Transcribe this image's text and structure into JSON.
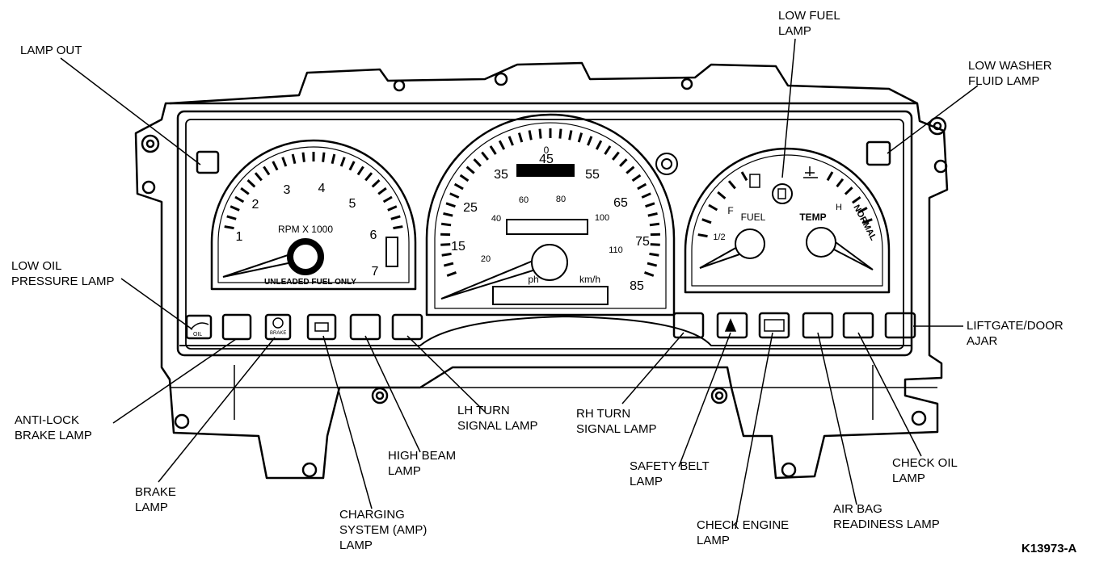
{
  "figure_id": "K13973-A",
  "callouts": {
    "lamp_out": "LAMP OUT",
    "low_fuel_lamp": "LOW FUEL\nLAMP",
    "low_washer_fluid_lamp": "LOW WASHER\nFLUID LAMP",
    "low_oil_pressure_lamp": "LOW OIL\nPRESSURE LAMP",
    "liftgate_door_ajar": "LIFTGATE/DOOR\nAJAR",
    "anti_lock_brake_lamp": "ANTI-LOCK\nBRAKE LAMP",
    "lh_turn_signal_lamp": "LH TURN\nSIGNAL LAMP",
    "rh_turn_signal_lamp": "RH TURN\nSIGNAL LAMP",
    "high_beam_lamp": "HIGH BEAM\nLAMP",
    "safety_belt_lamp": "SAFETY BELT\nLAMP",
    "check_oil_lamp": "CHECK OIL\nLAMP",
    "brake_lamp": "BRAKE\nLAMP",
    "charging_system_lamp": "CHARGING\nSYSTEM (AMP)\nLAMP",
    "check_engine_lamp": "CHECK ENGINE\nLAMP",
    "air_bag_readiness_lamp": "AIR BAG\nREADINESS LAMP"
  },
  "tachometer": {
    "scale": [
      "1",
      "2",
      "3",
      "4",
      "5",
      "6",
      "7"
    ],
    "label": "RPM X 1000",
    "note": "UNLEADED FUEL ONLY"
  },
  "speedometer": {
    "mph_scale": [
      "15",
      "25",
      "35",
      "45",
      "55",
      "65",
      "75",
      "85"
    ],
    "kmh_scale": [
      "20",
      "40",
      "60",
      "80",
      "100",
      "110"
    ],
    "kmh_unit": "km/h",
    "mph_unit": "ph",
    "zero": "0"
  },
  "fuel_gauge": {
    "label": "FUEL",
    "full": "F",
    "half": "1/2"
  },
  "temp_gauge": {
    "label": "TEMP",
    "hot": "H",
    "band": "NORMAL"
  },
  "lamp_icons": {
    "oil": "OIL",
    "brake": "BRAKE"
  }
}
